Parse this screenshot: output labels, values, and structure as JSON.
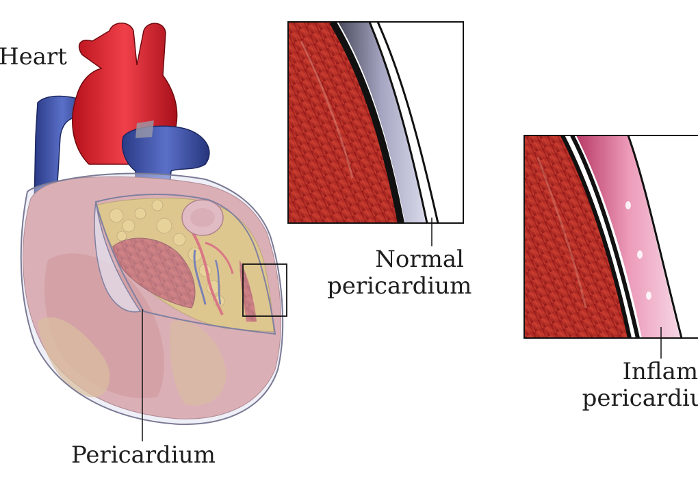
{
  "labels": {
    "heart": "Heart",
    "normal_line1": "Normal",
    "normal_line2": "pericardium",
    "inflamed_line1": "Inflamed",
    "inflamed_line2": "pericardium",
    "pericardium": "Pericardium"
  },
  "colors": {
    "muscle": "#b42323",
    "muscle_dark": "#7a1414",
    "artery": "#d8262e",
    "vein": "#3a4fa0",
    "fat": "#e3b43a",
    "pericardium_sac": "#dcdcf0",
    "inflamed_pink": "#e07aa0",
    "outline": "#111111"
  },
  "icons": [
    "heart-illustration",
    "normal-pericardium-inset",
    "inflamed-pericardium-inset"
  ]
}
